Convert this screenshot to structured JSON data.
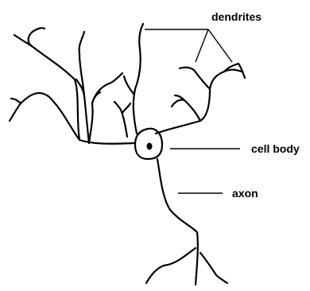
{
  "labels": {
    "dendrites": "dendrites",
    "cell_body": "cell body",
    "axon": "axon"
  },
  "colors": {
    "ink": "#000000",
    "background": "#ffffff"
  }
}
